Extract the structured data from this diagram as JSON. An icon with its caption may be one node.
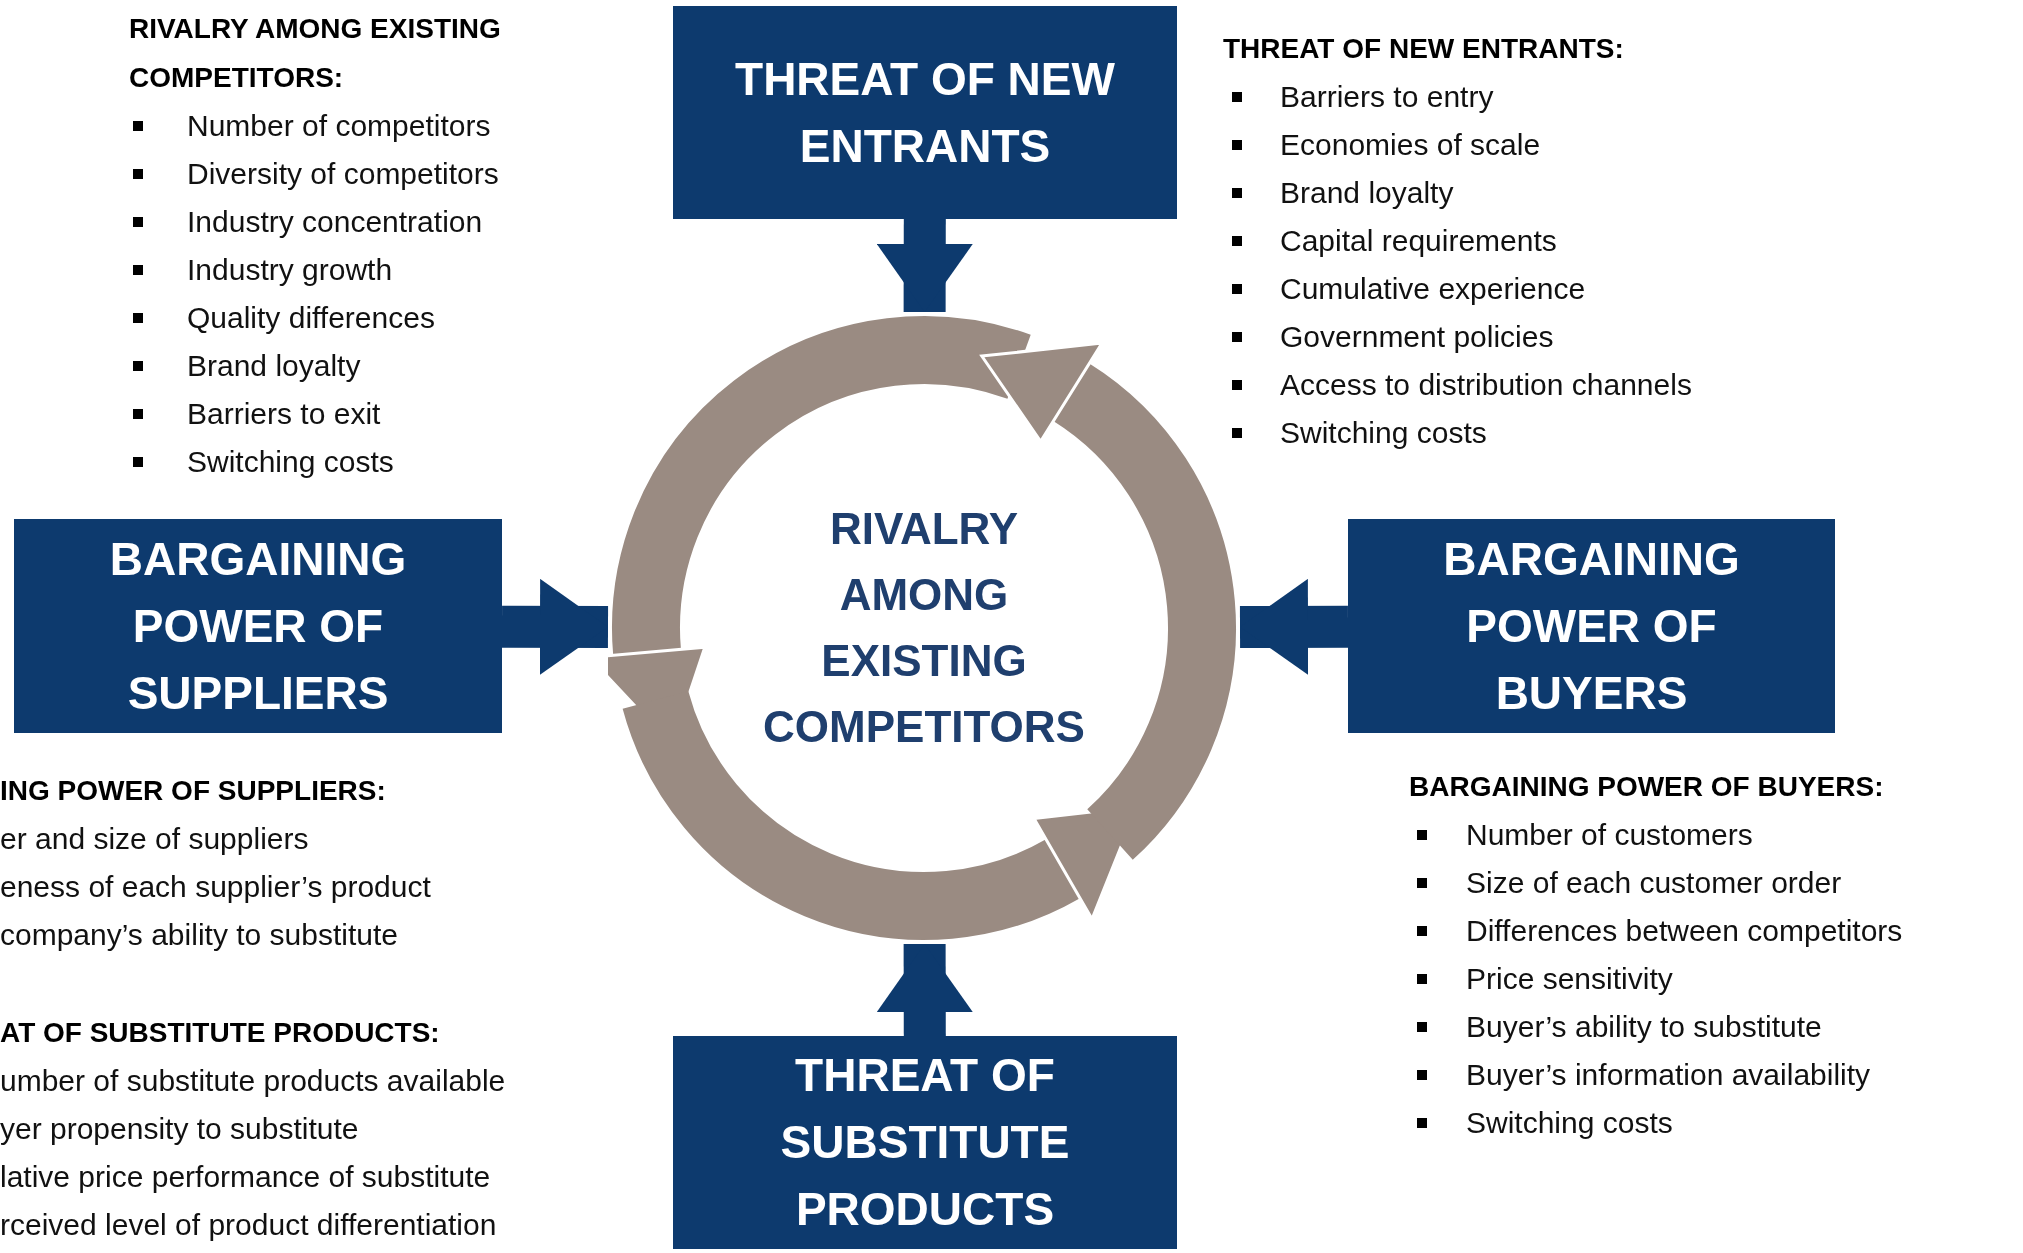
{
  "diagram": {
    "nodes": [
      {
        "text": [
          "THREAT OF NEW ENTRANTS"
        ]
      },
      {
        "text": [
          "BARGAINING POWER OF SUPPLIERS"
        ]
      },
      {
        "text": [
          "RIVALRY AMONG EXISTING COMPETITORS"
        ]
      },
      {
        "text": [
          "BARGAINING POWER OF BUYERS"
        ]
      },
      {
        "text": [
          "THREAT OF SUBSTITUTE PRODUCTS"
        ]
      }
    ],
    "edges": [
      {
        "from": 0,
        "to": 2,
        "arrow": "to"
      },
      {
        "from": 1,
        "to": 2,
        "arrow": "to"
      },
      {
        "from": 3,
        "to": 2,
        "arrow": "to"
      },
      {
        "from": 4,
        "to": 2,
        "arrow": "to"
      }
    ],
    "labels": [
      "RIVALRY AMONG EXISTING COMPETITORS:",
      "Number of competitors",
      "Diversity of competitors",
      "Industry concentration",
      "Industry growth",
      "Quality differences",
      "Brand loyalty",
      "Barriers to exit",
      "Switching costs",
      "THREAT OF NEW ENTRANTS:",
      "Barriers to entry",
      "Economies of scale",
      "Brand loyalty",
      "Capital requirements",
      "Cumulative experience",
      "Government policies",
      "Access to distribution channels",
      "Switching costs",
      "ING POWER OF SUPPLIERS:",
      "er  and size of suppliers",
      "eness of each supplier’s product",
      "company’s ability to substitute",
      "AT OF SUBSTITUTE PRODUCTS:",
      "umber of substitute products available",
      "yer propensity to substitute",
      "lative price performance of substitute",
      "rceived level of product differentiation",
      "BARGAINING POWER OF BUYERS:",
      "Number of customers",
      "Size of each customer order",
      "Differences between competitors",
      "Price sensitivity",
      "Buyer’s ability to substitute",
      "Buyer’s information availability",
      "Switching costs"
    ]
  }
}
